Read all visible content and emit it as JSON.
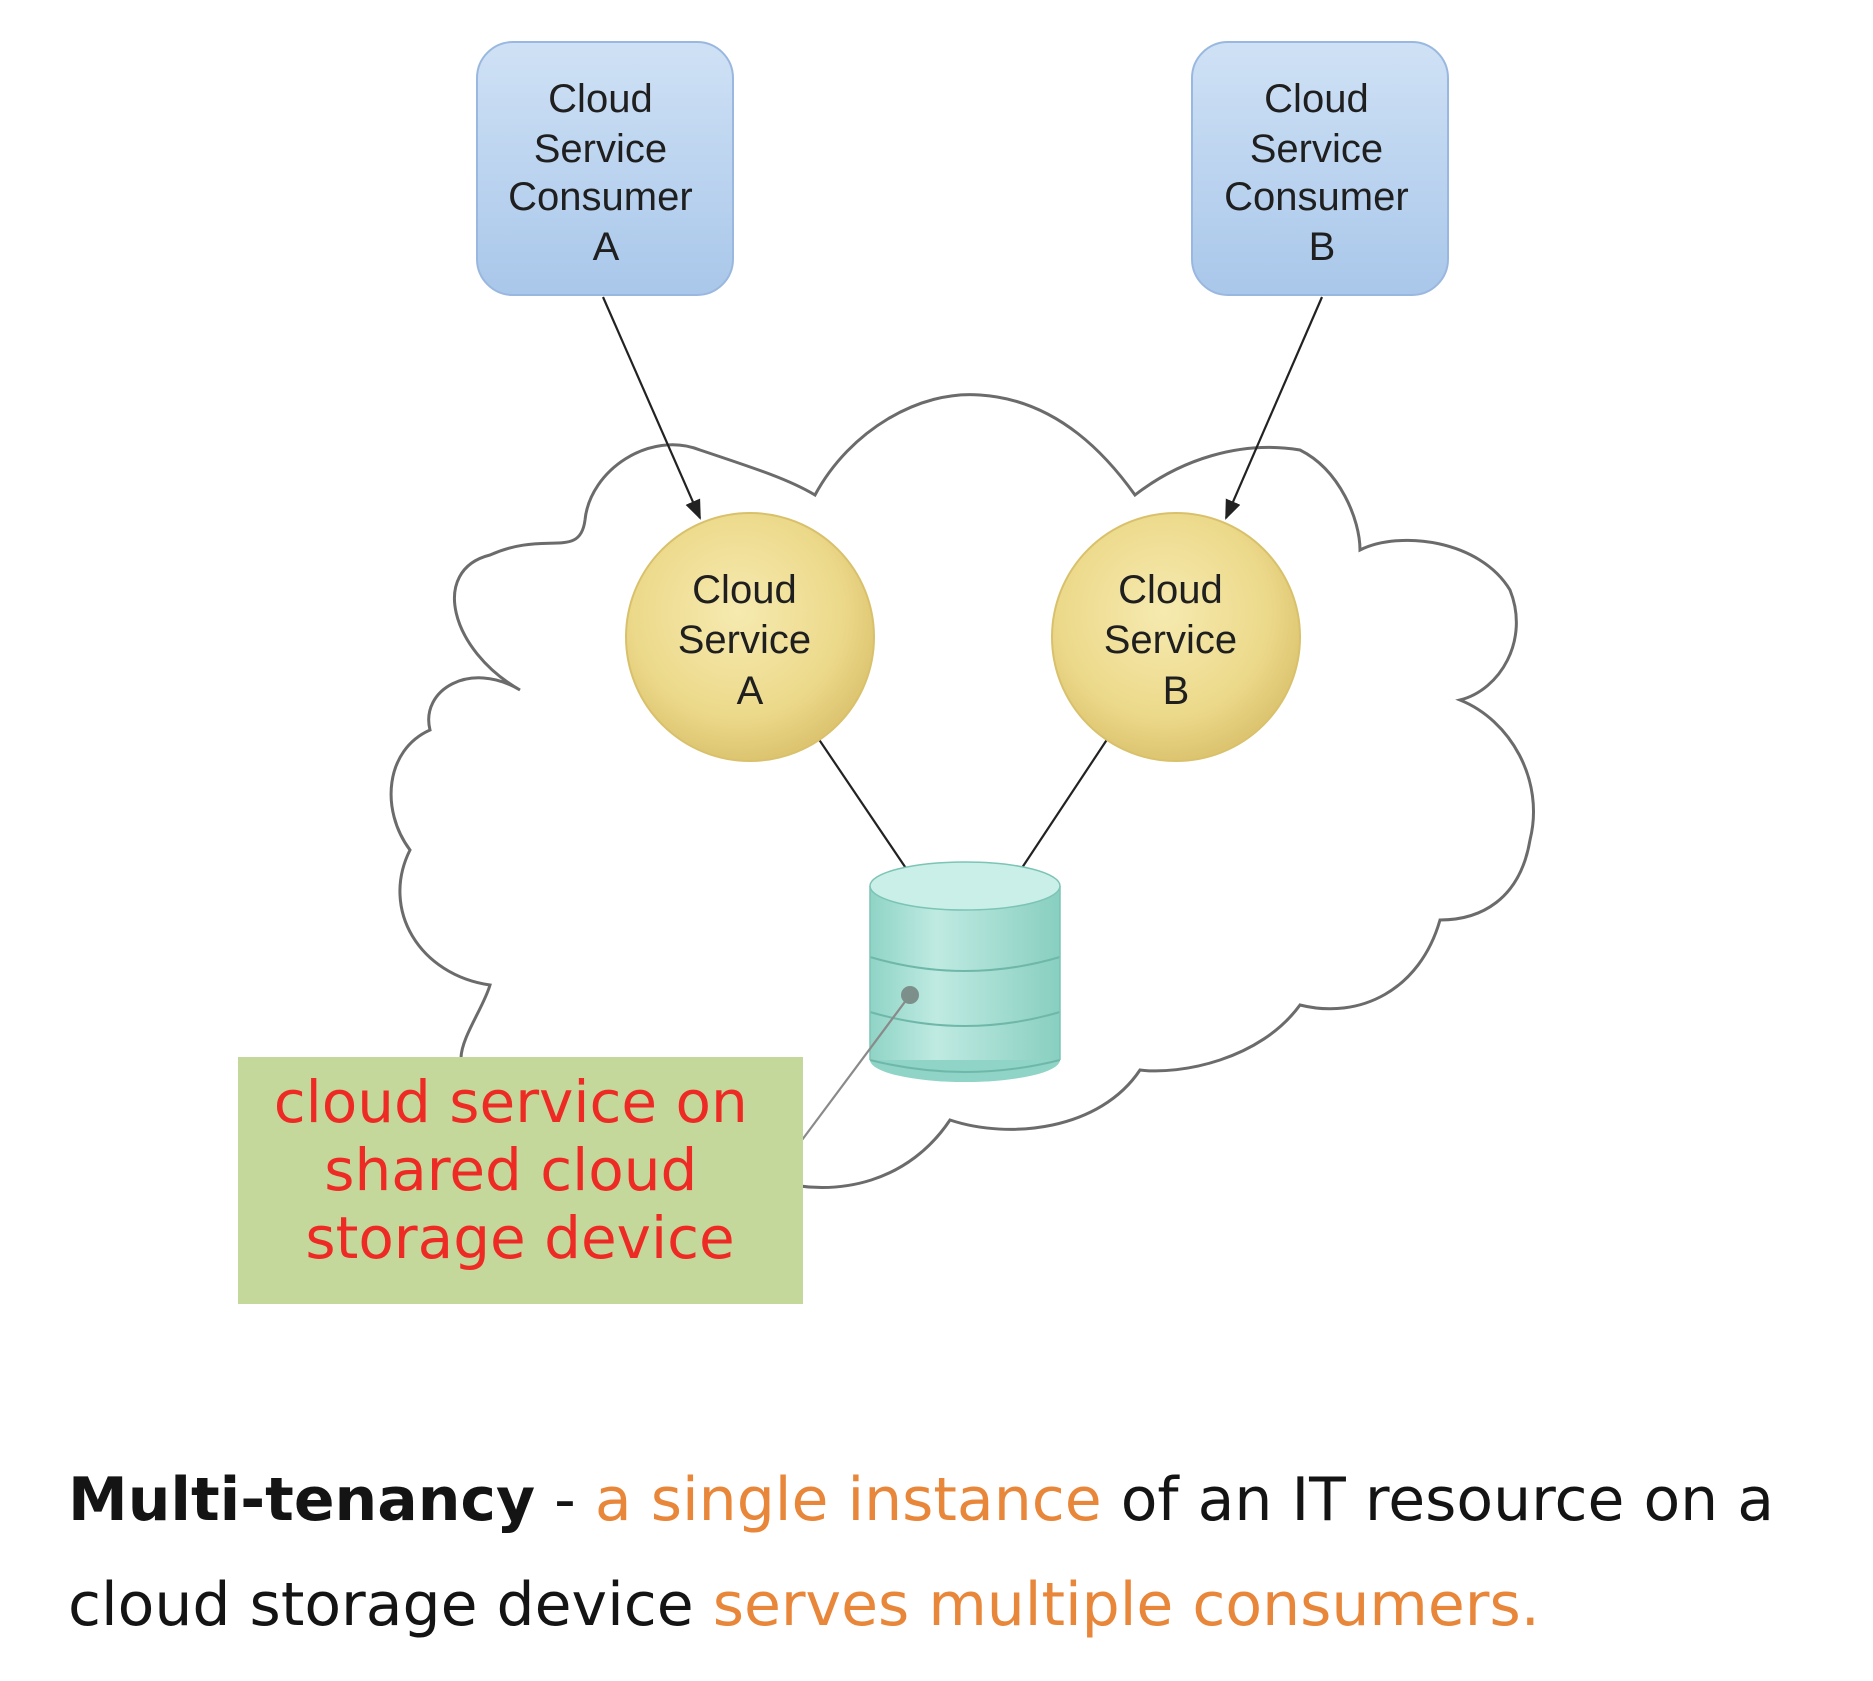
{
  "consumers": [
    {
      "id": "a",
      "lines": [
        "Cloud",
        "Service",
        "Consumer",
        "A"
      ]
    },
    {
      "id": "b",
      "lines": [
        "Cloud",
        "Service",
        "Consumer",
        "B"
      ]
    }
  ],
  "services": [
    {
      "id": "a",
      "lines": [
        "Cloud",
        "Service",
        "A"
      ]
    },
    {
      "id": "b",
      "lines": [
        "Cloud",
        "Service",
        "B"
      ]
    }
  ],
  "callout": {
    "lines": [
      "cloud service on",
      "shared cloud",
      "storage device"
    ]
  },
  "caption": {
    "term": "Multi-tenancy",
    "dash": " - ",
    "part1": "a single instance",
    "part2": " of an IT resource on a cloud storage device ",
    "part3": "serves multiple consumers."
  },
  "colors": {
    "consumer_fill": "#b8d3ef",
    "service_fill": "#ecd98a",
    "storage_fill": "#a6e0d6",
    "callout_fill": "#c4d89c",
    "callout_text": "#ee2a24",
    "highlight_text": "#e8863a"
  }
}
